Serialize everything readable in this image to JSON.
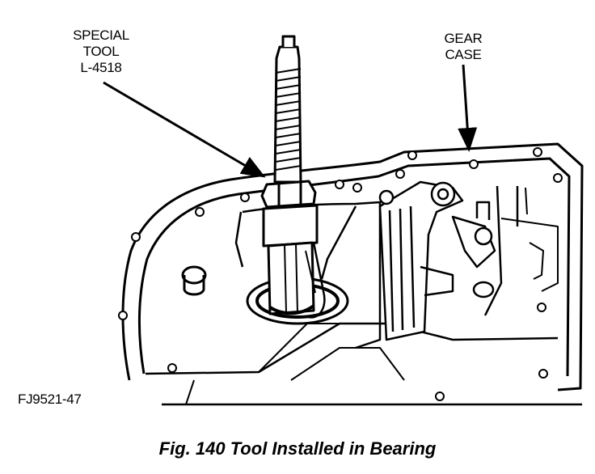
{
  "labels": {
    "special_tool": [
      "SPECIAL",
      "TOOL",
      "L-4518"
    ],
    "gear_case": [
      "GEAR",
      "CASE"
    ]
  },
  "figure_id": "FJ9521-47",
  "caption": "Fig. 140 Tool Installed in Bearing"
}
